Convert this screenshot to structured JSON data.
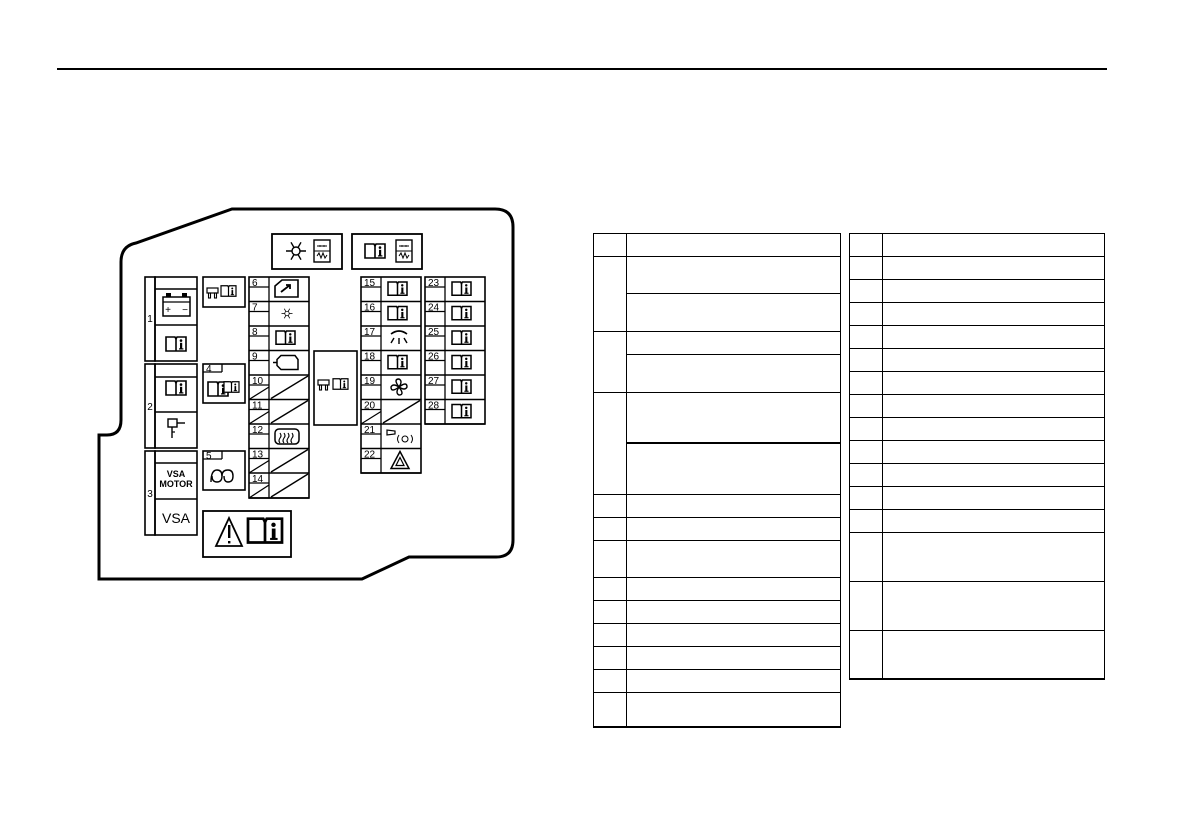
{
  "diagram": {
    "fuse_numbers": [
      "1",
      "2",
      "3",
      "4",
      "5",
      "6",
      "7",
      "8",
      "9",
      "10",
      "11",
      "12",
      "13",
      "14",
      "15",
      "16",
      "17",
      "18",
      "19",
      "20",
      "21",
      "22",
      "23",
      "24",
      "25",
      "26",
      "27",
      "28"
    ],
    "vsa_motor_label": "VSA\nMOTOR",
    "vsa_label": "VSA"
  },
  "icons": {
    "battery": "battery-icon",
    "info_book": "info-book-icon",
    "ignition_key": "ignition-key-icon",
    "glow_coil": "coil-icon",
    "power_window": "power-window-icon",
    "ac_snowflake": "snowflake-icon",
    "engine": "engine-icon",
    "rear_defrost": "rear-defroster-icon",
    "interior_light": "interior-light-icon",
    "fan": "fan-icon",
    "horn": "horn-icon",
    "hazard": "hazard-icon",
    "fuse_puller": "fuse-puller-icon",
    "warning": "warning-triangle-icon"
  }
}
